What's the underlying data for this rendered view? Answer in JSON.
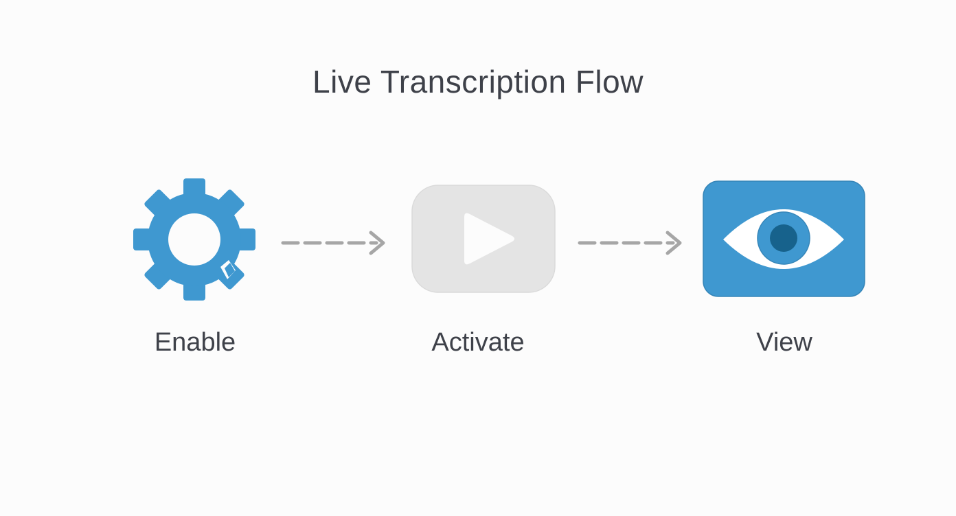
{
  "title": "Live Transcription Flow",
  "steps": [
    {
      "label": "Enable",
      "icon": "gear-icon",
      "color": "#3f98d0"
    },
    {
      "label": "Activate",
      "icon": "play-button-icon",
      "color": "#e3e3e3"
    },
    {
      "label": "View",
      "icon": "eye-icon",
      "color": "#3f98d0"
    }
  ],
  "connectors": [
    {
      "from": "Enable",
      "to": "Activate",
      "style": "dashed-arrow",
      "color": "#a6a6a6"
    },
    {
      "from": "Activate",
      "to": "View",
      "style": "dashed-arrow",
      "color": "#a6a6a6"
    }
  ],
  "colors": {
    "accent": "#3f98d0",
    "pupil": "#17628c",
    "muted": "#e3e3e3",
    "arrow": "#a6a6a6",
    "text": "#3e4149",
    "background": "#fcfcfc"
  }
}
